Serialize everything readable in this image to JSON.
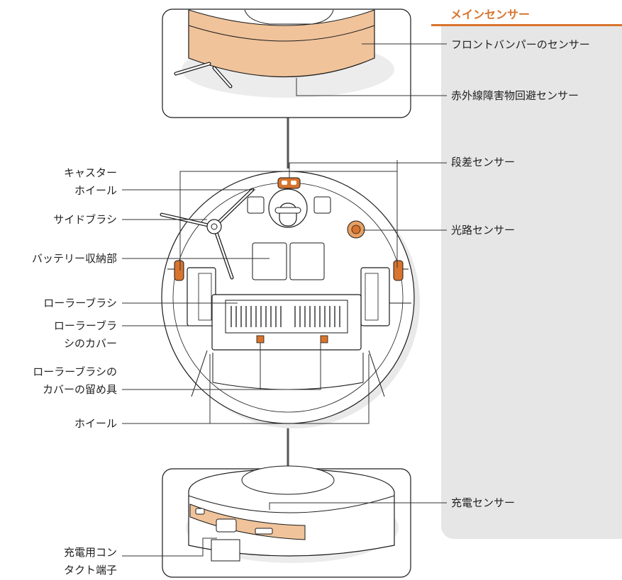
{
  "panel": {
    "title": "メインセンサー",
    "labels": {
      "bumper": "フロントバンパーのセンサー",
      "infrared": "赤外線障害物回避センサー",
      "cliff": "段差センサー",
      "optical": "光路センサー",
      "charging": "充電センサー"
    }
  },
  "left_labels": {
    "caster_1": "キャスター",
    "caster_2": "ホイール",
    "side_brush": "サイドブラシ",
    "battery": "バッテリー収納部",
    "roller": "ローラーブラシ",
    "roller_cover_1": "ローラーブラ",
    "roller_cover_2": "シのカバー",
    "latch_1": "ローラーブラシの",
    "latch_2": "カバーの留め具",
    "wheel": "ホイール",
    "contacts_1": "充電用コン",
    "contacts_2": "タクト端子"
  },
  "colors": {
    "accent": "#d8742e",
    "bumper": "#f0c39b",
    "panel": "#e6e6e6",
    "outline": "#1a1a1a",
    "connector": "#555555"
  }
}
